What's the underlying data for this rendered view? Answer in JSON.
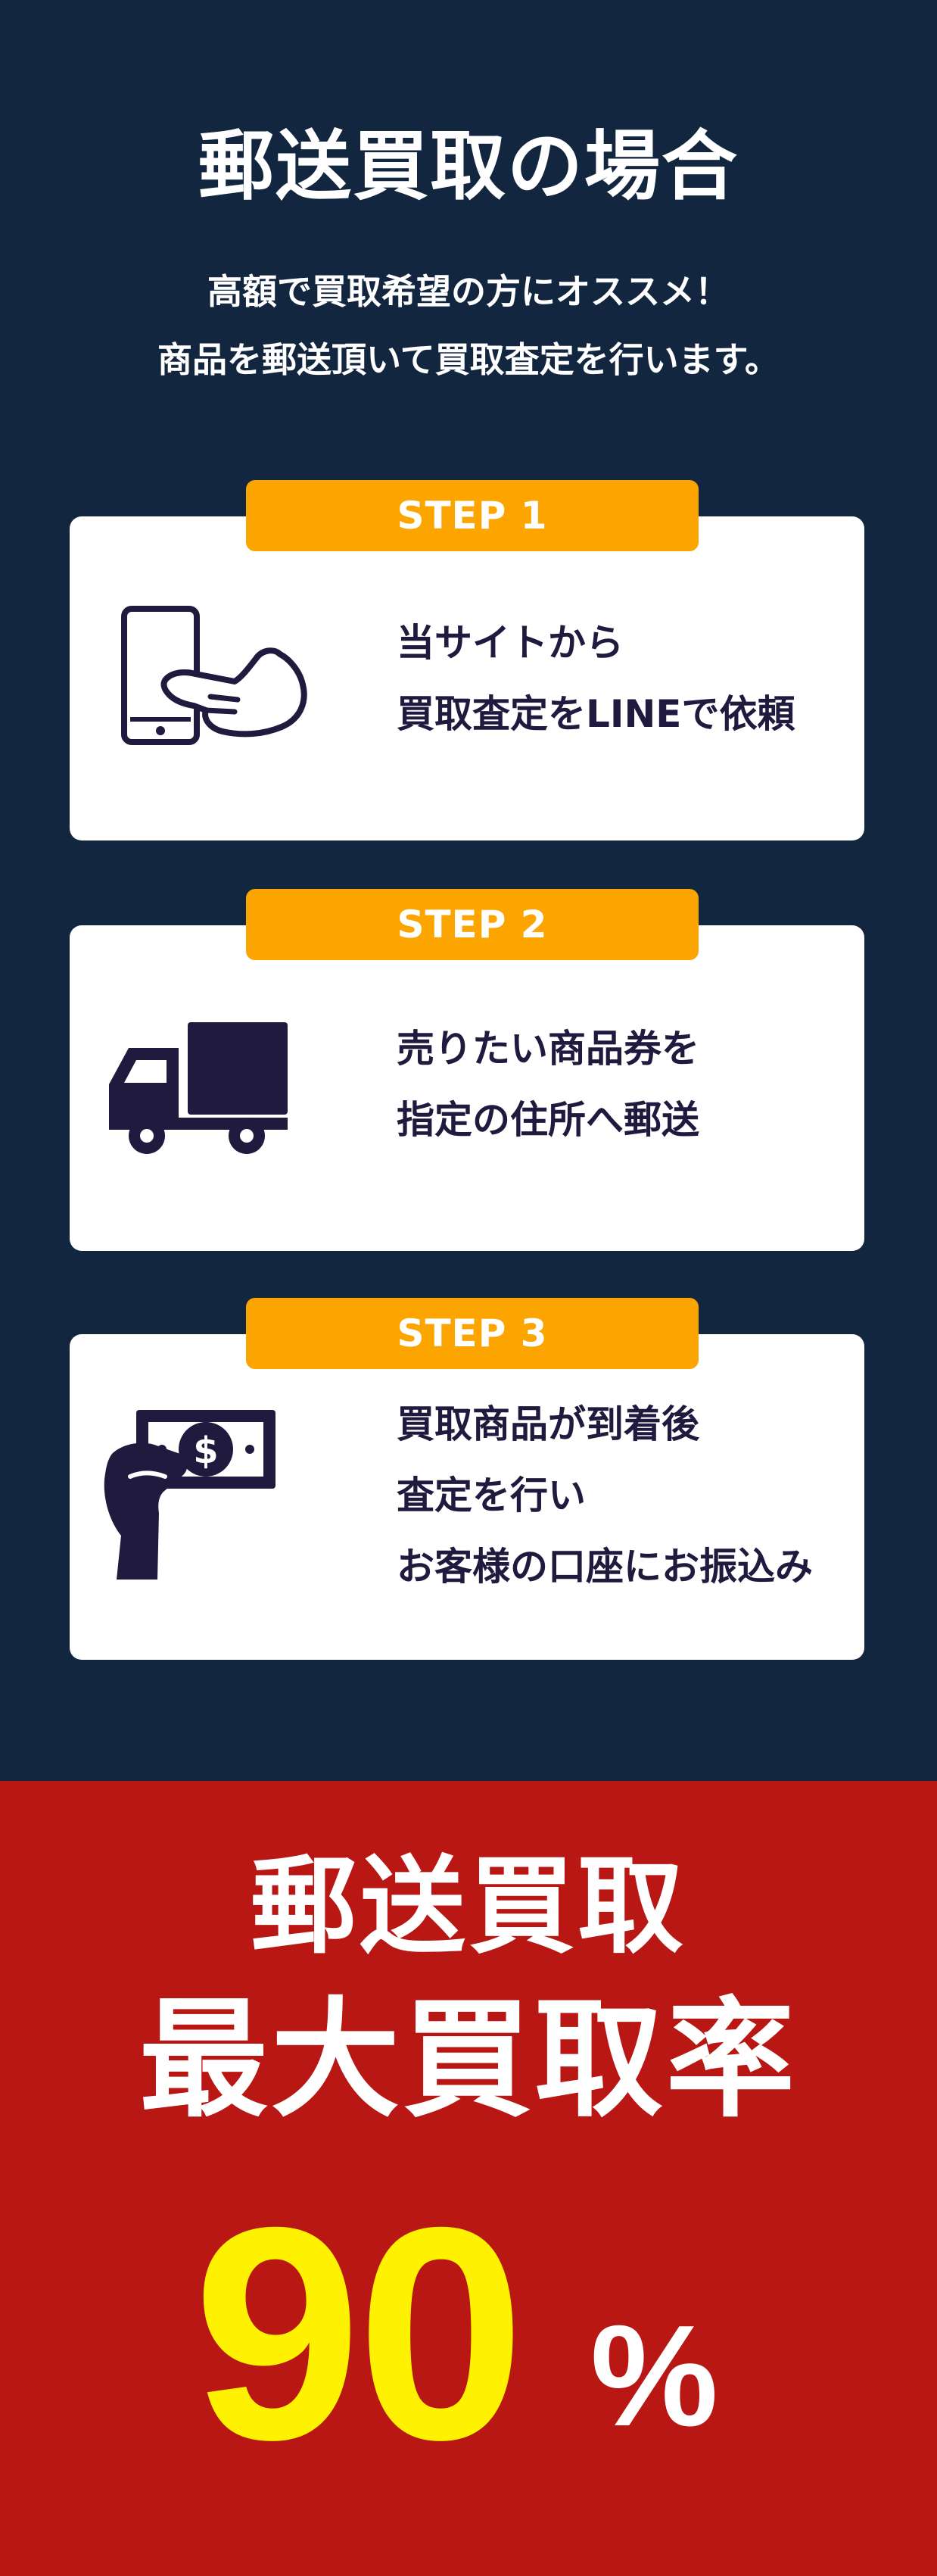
{
  "header": {
    "title": "郵送買取の場合",
    "subtitle_lines": [
      "高額で買取希望の方にオススメ！",
      "商品を郵送頂いて買取査定を行います。"
    ]
  },
  "steps": [
    {
      "label": "STEP 1",
      "icon": "smartphone-tap-icon",
      "lines": [
        "当サイトから",
        "買取査定をLINEで依頼"
      ]
    },
    {
      "label": "STEP 2",
      "icon": "delivery-truck-icon",
      "lines": [
        "売りたい商品券を",
        "指定の住所へ郵送"
      ]
    },
    {
      "label": "STEP 3",
      "icon": "hand-cash-icon",
      "lines": [
        "買取商品が到着後",
        "査定を行い",
        "お客様の口座にお振込み"
      ]
    }
  ],
  "promo": {
    "line1": "郵送買取",
    "line2": "最大買取率",
    "rate_value": "90",
    "rate_unit": "%"
  },
  "colors": {
    "navy_background": "#132640",
    "step_badge": "#fca400",
    "card_background": "#ffffff",
    "icon_and_card_text": "#1f1a3e",
    "red_background": "#b81713",
    "rate_highlight": "#fff200"
  }
}
